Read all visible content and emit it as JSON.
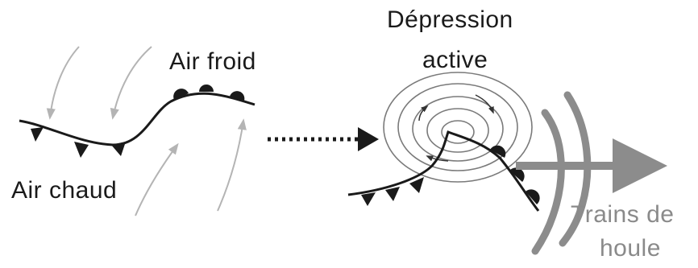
{
  "labels": {
    "cold_air": "Air froid",
    "warm_air": "Air chaud",
    "depression_line1": "Dépression",
    "depression_line2": "active",
    "swell_line1": "Trains de",
    "swell_line2": "houle"
  },
  "colors": {
    "ink": "#1a1a1a",
    "thin_arrow": "#b4b4b4",
    "vortex": "#6a6a6a",
    "swell": "#8c8c8c",
    "swell_text": "#8a8a8a",
    "background": "#ffffff"
  },
  "icons": {
    "front_warm": "semicircle-symbols",
    "front_cold": "triangle-symbols",
    "transition": "dotted-arrow",
    "swell": "arc-waves-with-arrow"
  }
}
